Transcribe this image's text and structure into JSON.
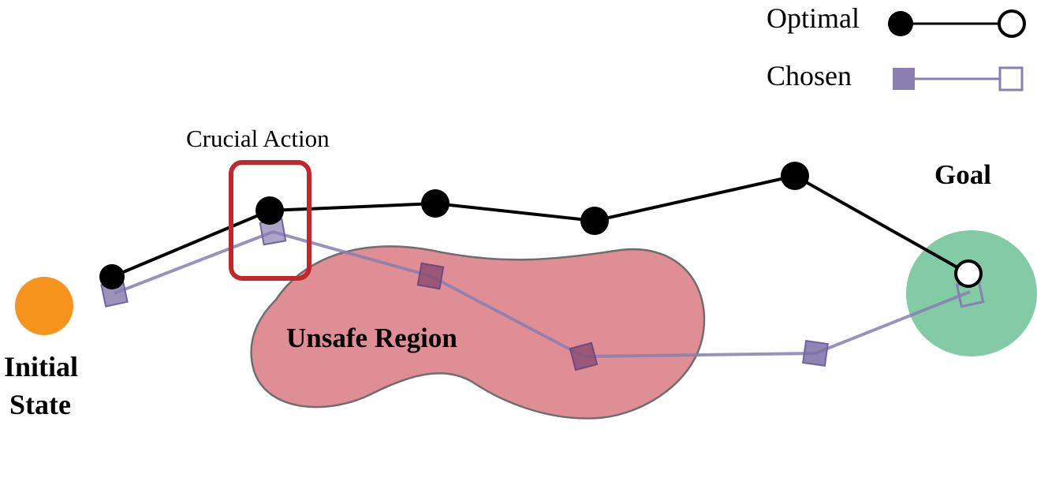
{
  "legend": {
    "optimal_label": "Optimal",
    "chosen_label": "Chosen"
  },
  "labels": {
    "crucial_action": "Crucial Action",
    "goal": "Goal",
    "unsafe_region": "Unsafe Region",
    "initial_state_line1": "Initial",
    "initial_state_line2": "State"
  },
  "colors": {
    "optimal": "#000000",
    "chosen": "#8a7fb0",
    "unsafe_fill": "#d97a82",
    "unsafe_stroke": "#6e6e6e",
    "goal_fill": "#74c59b",
    "initial_fill": "#f7941d",
    "crucial_box": "#c1272d"
  }
}
